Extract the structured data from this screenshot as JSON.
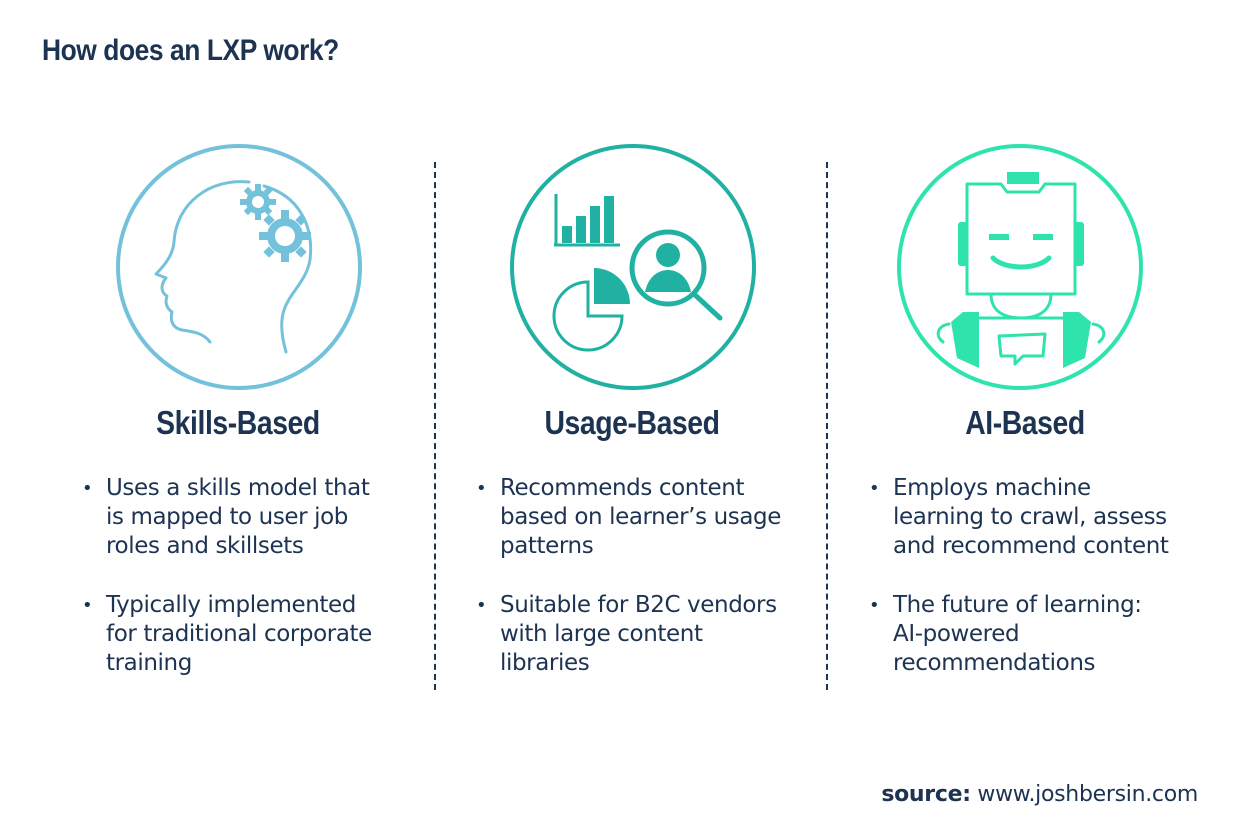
{
  "title": "How does an LXP work?",
  "colors": {
    "skills": "#74c1dc",
    "usage": "#20b1a3",
    "ai": "#2fe3ad",
    "text": "#1d3352"
  },
  "columns": [
    {
      "title": "Skills-Based",
      "icon": "head-with-gears-icon",
      "bullets": [
        "Uses a skills model that is mapped to user job roles and skillsets",
        "Typically implemented for traditional corporate training"
      ]
    },
    {
      "title": "Usage-Based",
      "icon": "analytics-search-icon",
      "bullets": [
        "Recommends content based on learner’s usage patterns",
        "Suitable for B2C vendors with large content libraries"
      ]
    },
    {
      "title": "AI-Based",
      "icon": "robot-icon",
      "bullets": [
        "Employs machine learning to crawl, assess and recommend content",
        "The future of learning: AI-powered recommendations"
      ]
    }
  ],
  "source": {
    "label": "source:",
    "url": "www.joshbersin.com"
  }
}
